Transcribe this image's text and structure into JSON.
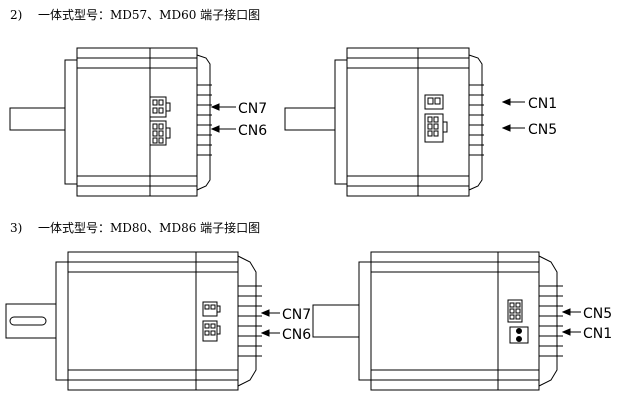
{
  "sections": [
    {
      "number": "2)",
      "title": "一体式型号：MD57、MD60 端子接口图"
    },
    {
      "number": "3)",
      "title": "一体式型号：MD80、MD86 端子接口图"
    }
  ],
  "motors": [
    {
      "labels": [
        "CN7",
        "CN6"
      ]
    },
    {
      "labels": [
        "CN1",
        "CN5"
      ]
    },
    {
      "labels": [
        "CN7",
        "CN6"
      ]
    },
    {
      "labels": [
        "CN5",
        "CN1"
      ]
    }
  ]
}
